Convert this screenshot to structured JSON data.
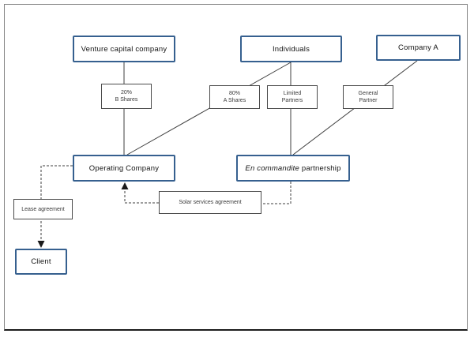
{
  "diagram": {
    "entities": {
      "venture": {
        "label": "Venture capital company"
      },
      "individuals": {
        "label": "Individuals"
      },
      "company_a": {
        "label": "Company A"
      },
      "operating": {
        "label": "Operating Company"
      },
      "partnership": {
        "label_italic": "En commandite",
        "label_rest": " partnership"
      },
      "client": {
        "label": "Client"
      }
    },
    "relation_labels": {
      "b_shares": {
        "line1": "20%",
        "line2": "B Shares"
      },
      "a_shares": {
        "line1": "80%",
        "line2": "A Shares"
      },
      "limited_partners": {
        "line1": "Limited",
        "line2": "Partners"
      },
      "general_partner": {
        "line1": "General",
        "line2": "Partner"
      },
      "solar": {
        "label": "Solar services agreement"
      },
      "lease": {
        "label": "Lease agreement"
      }
    },
    "colors": {
      "entity_border": "#36608F",
      "label_border": "#4a4a4a",
      "line": "#3f3f3f",
      "frame_border": "#848484",
      "frame_bottom": "#1c1c1c"
    }
  }
}
